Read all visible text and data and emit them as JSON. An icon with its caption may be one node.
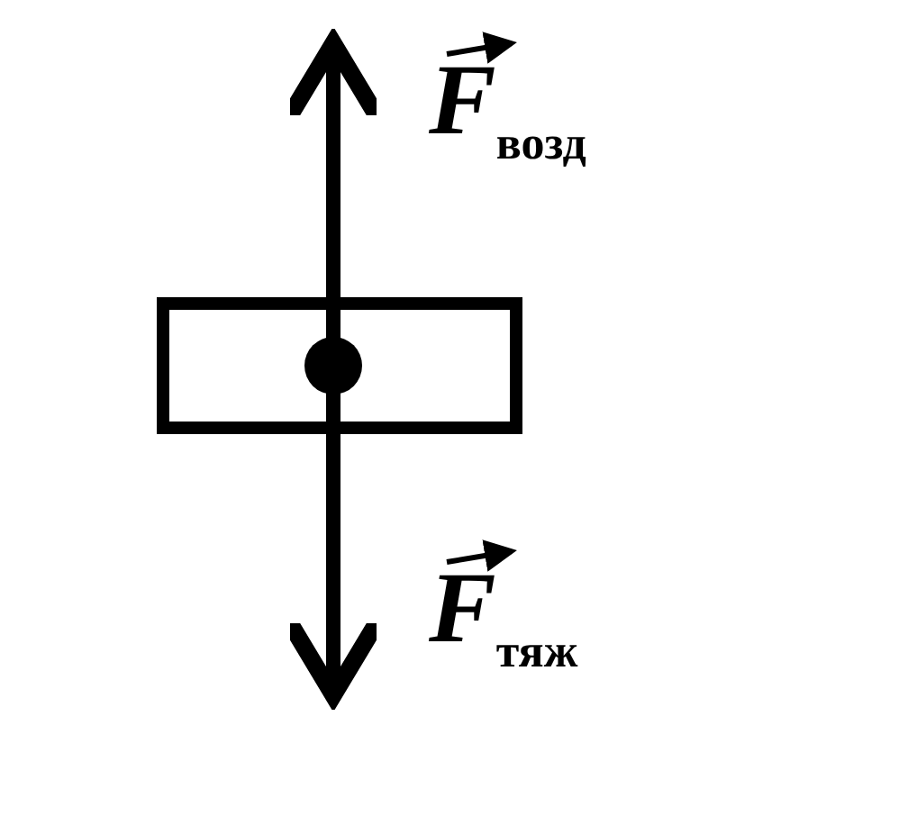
{
  "diagram": {
    "nodes": [
      {
        "text": [],
        "shape": "box"
      }
    ],
    "edges": [],
    "labels": [
      "*F*$_{возд}$",
      "*F*$_{тяж}$"
    ]
  }
}
